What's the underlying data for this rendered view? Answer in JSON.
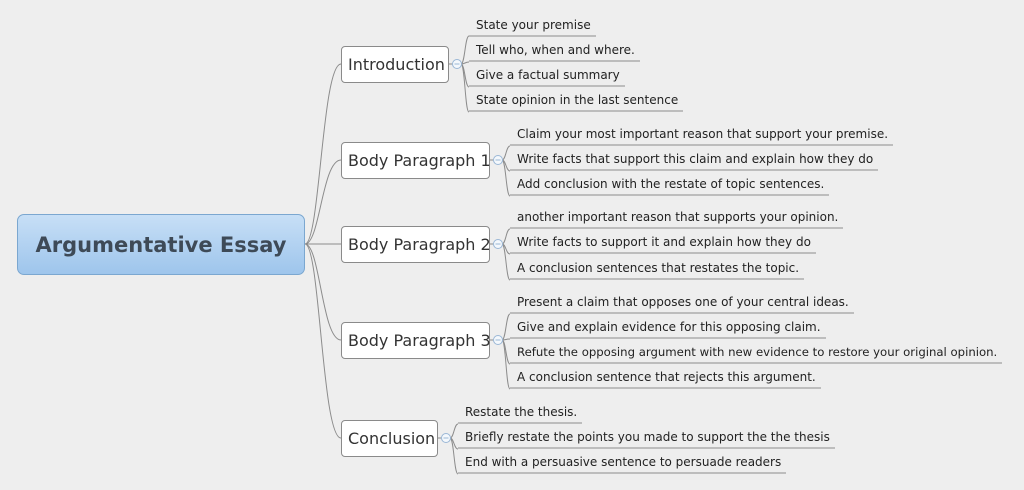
{
  "central_topic": "Argumentative Essay",
  "branches": [
    {
      "label": "Introduction",
      "items": [
        "State your premise",
        "Tell who, when and where.",
        "Give a factual summary",
        "State opinion in the last sentence"
      ]
    },
    {
      "label": "Body Paragraph 1",
      "items": [
        "Claim your most important reason that support your premise.",
        "Write facts that support this claim and explain how they do",
        "Add conclusion with the restate of topic sentences."
      ]
    },
    {
      "label": "Body Paragraph 2",
      "items": [
        "another important reason that supports your opinion.",
        "Write facts to support it and explain how they do",
        "A conclusion sentences that restates the topic."
      ]
    },
    {
      "label": "Body Paragraph 3",
      "items": [
        "Present a claim that opposes one of your central ideas.",
        "Give and explain evidence for this opposing claim.",
        "Refute the opposing argument with new evidence to restore your original opinion.",
        "A conclusion sentence that rejects this argument."
      ]
    },
    {
      "label": "Conclusion",
      "items": [
        "Restate the thesis.",
        "Briefly restate the points you made to support the the thesis",
        "End with a persuasive sentence to persuade readers"
      ]
    }
  ],
  "colors": {
    "background": "#eeeeee",
    "central_fill": "#b3d3f2",
    "line": "#8c8c8c",
    "connector_node": "#9ab7d6"
  }
}
